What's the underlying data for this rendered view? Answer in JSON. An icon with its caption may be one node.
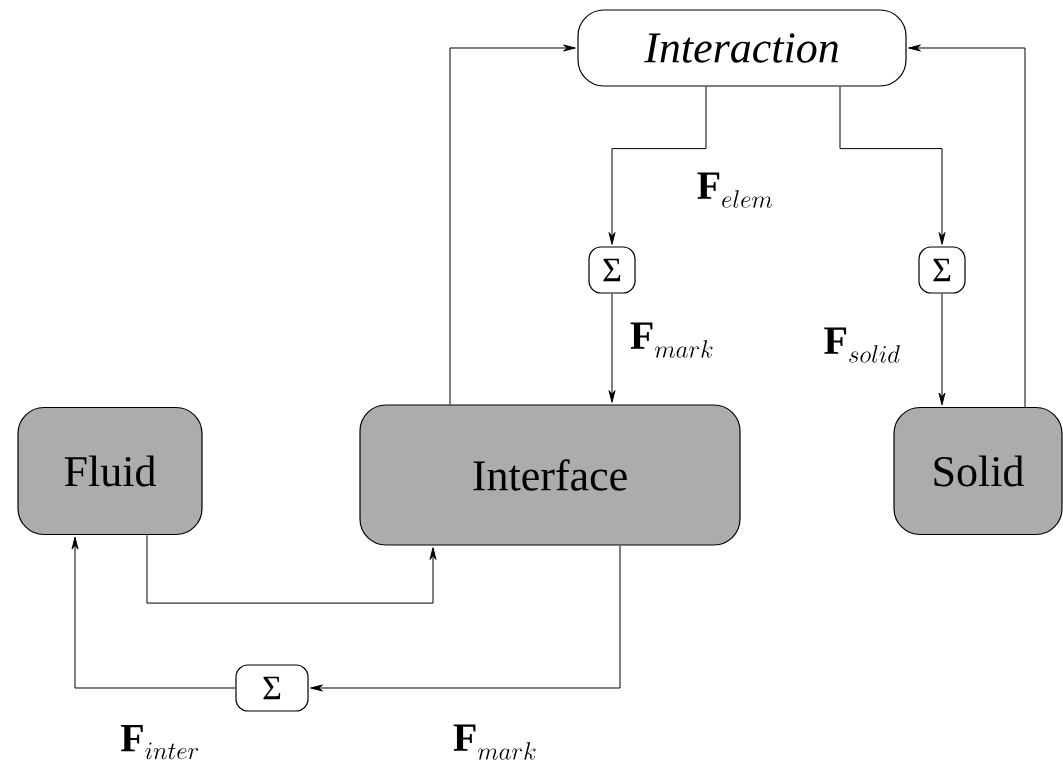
{
  "diagram": {
    "nodes": [
      {
        "text": [
          "Interaction"
        ]
      },
      {
        "text": [
          "Σ"
        ]
      },
      {
        "text": [
          "Σ"
        ]
      },
      {
        "text": [
          "Fluid"
        ]
      },
      {
        "text": [
          "Interface"
        ]
      },
      {
        "text": [
          "Solid"
        ]
      },
      {
        "text": [
          "Σ"
        ]
      }
    ],
    "edges": [
      {
        "from": 4,
        "to": 0,
        "arrow": "to"
      },
      {
        "from": 5,
        "to": 0,
        "arrow": "to"
      },
      {
        "from": 0,
        "to": 1,
        "arrow": "to",
        "label": "\\mathbf{F}_{elem}"
      },
      {
        "from": 0,
        "to": 2,
        "arrow": "to"
      },
      {
        "from": 1,
        "to": 4,
        "arrow": "to",
        "label": "\\mathbf{F}_{mark}"
      },
      {
        "from": 2,
        "to": 5,
        "arrow": "to",
        "label": "\\mathbf{F}_{solid}"
      },
      {
        "from": 3,
        "to": 4,
        "arrow": "to"
      },
      {
        "from": 4,
        "to": 6,
        "arrow": "to",
        "label": "\\mathbf{F}_{mark}"
      },
      {
        "from": 6,
        "to": 3,
        "arrow": "to",
        "label": "\\mathbf{F}_{inter}"
      }
    ]
  }
}
